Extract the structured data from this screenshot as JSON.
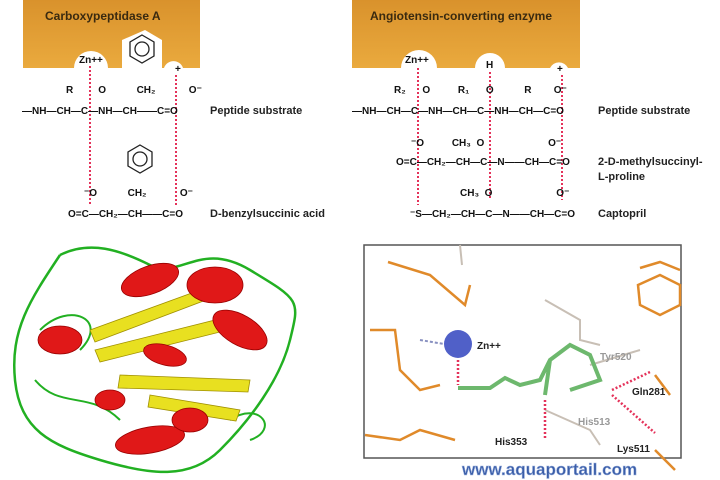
{
  "panels": {
    "cpa": {
      "title": "Carboxypeptidase A",
      "zinc": "Zn++",
      "plus": "+",
      "rows": [
        {
          "above": "R         O           CH₂            O⁻",
          "chain": "—NH—CH—C—NH—CH——C=O",
          "label": "Peptide substrate"
        },
        {
          "above": "⁻O           CH₂            O⁻",
          "chain": "O=C—CH₂—CH——C=O",
          "label": "D-benzylsuccinic acid"
        }
      ]
    },
    "ace": {
      "title": "Angiotensin-converting enzyme",
      "zinc": "Zn++",
      "hydrogen": "H",
      "plus": "+",
      "rows": [
        {
          "above": "R₂      O          R₁      O           R        O⁻",
          "chain": "—NH—CH—C—NH—CH—C—NH—CH—C=O",
          "label": "Peptide substrate"
        },
        {
          "above": "⁻O          CH₃  O                       O⁻",
          "chain": "O=C—CH₂—CH—C—N——CH—C=O",
          "label": "2-D-methylsuccinyl-",
          "label2": "L-proline"
        },
        {
          "above": "CH₃  O                       O⁻",
          "chain": "⁻S—CH₂—CH—C—N——CH—C=O",
          "label": "Captopril"
        }
      ]
    },
    "structure": {
      "zinc": "Zn++",
      "residues": [
        "Tyr520",
        "Gln281",
        "His513",
        "His353",
        "Lys511"
      ]
    }
  },
  "watermark": "www.aquaportail.com",
  "colors": {
    "enzyme": "#e8a53a",
    "helix": "#e01818",
    "sheet": "#e8e020",
    "loop": "#22b022",
    "ligand": "#6db86d",
    "zinc": "#5060c8",
    "bond": "#e4325a"
  }
}
